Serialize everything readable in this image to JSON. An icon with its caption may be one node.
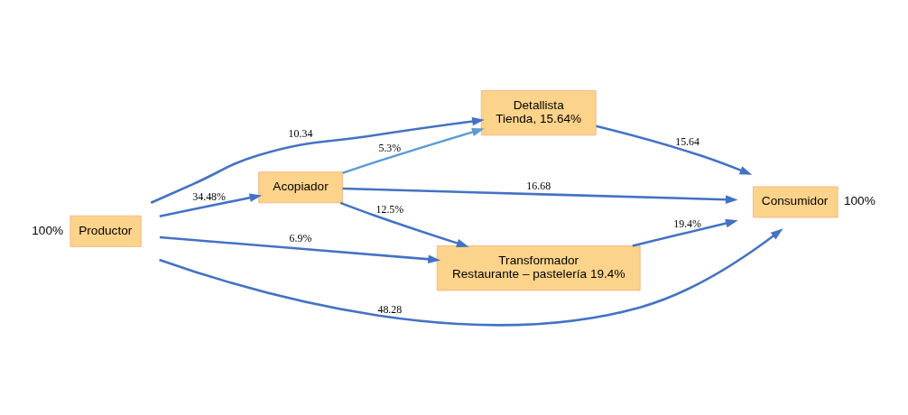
{
  "diagram": {
    "nodes": [
      {
        "text": [
          "Productor"
        ],
        "beside": [
          "100%"
        ]
      },
      {
        "text": [
          "Acopiador"
        ]
      },
      {
        "text": [
          "Detallista",
          "Tienda, 15.64%"
        ]
      },
      {
        "text": [
          "Transformador",
          "Restaurante – pastelería 19.4%"
        ]
      },
      {
        "text": [
          "Consumidor"
        ],
        "beside": [
          "100%"
        ]
      }
    ],
    "edges": [
      {
        "from": 0,
        "to": 4,
        "arrow": "to",
        "label": "48.28"
      },
      {
        "from": 0,
        "to": 1,
        "arrow": "to",
        "label": "34.48%"
      },
      {
        "from": 1,
        "to": 4,
        "arrow": "to",
        "label": "16.68"
      },
      {
        "from": 1,
        "to": 2,
        "arrow": "to",
        "label": "5.3%",
        "color": "#5b9bd5"
      },
      {
        "from": 1,
        "to": 3,
        "arrow": "to",
        "label": "12.5%"
      },
      {
        "from": 0,
        "to": 2,
        "arrow": "to",
        "label": "10.34"
      },
      {
        "from": 2,
        "to": 4,
        "arrow": "to",
        "label": "15.64"
      },
      {
        "from": 0,
        "to": 3,
        "arrow": "to",
        "label": "6.9%"
      },
      {
        "from": 3,
        "to": 4,
        "arrow": "to",
        "label": "19.4%"
      }
    ]
  }
}
